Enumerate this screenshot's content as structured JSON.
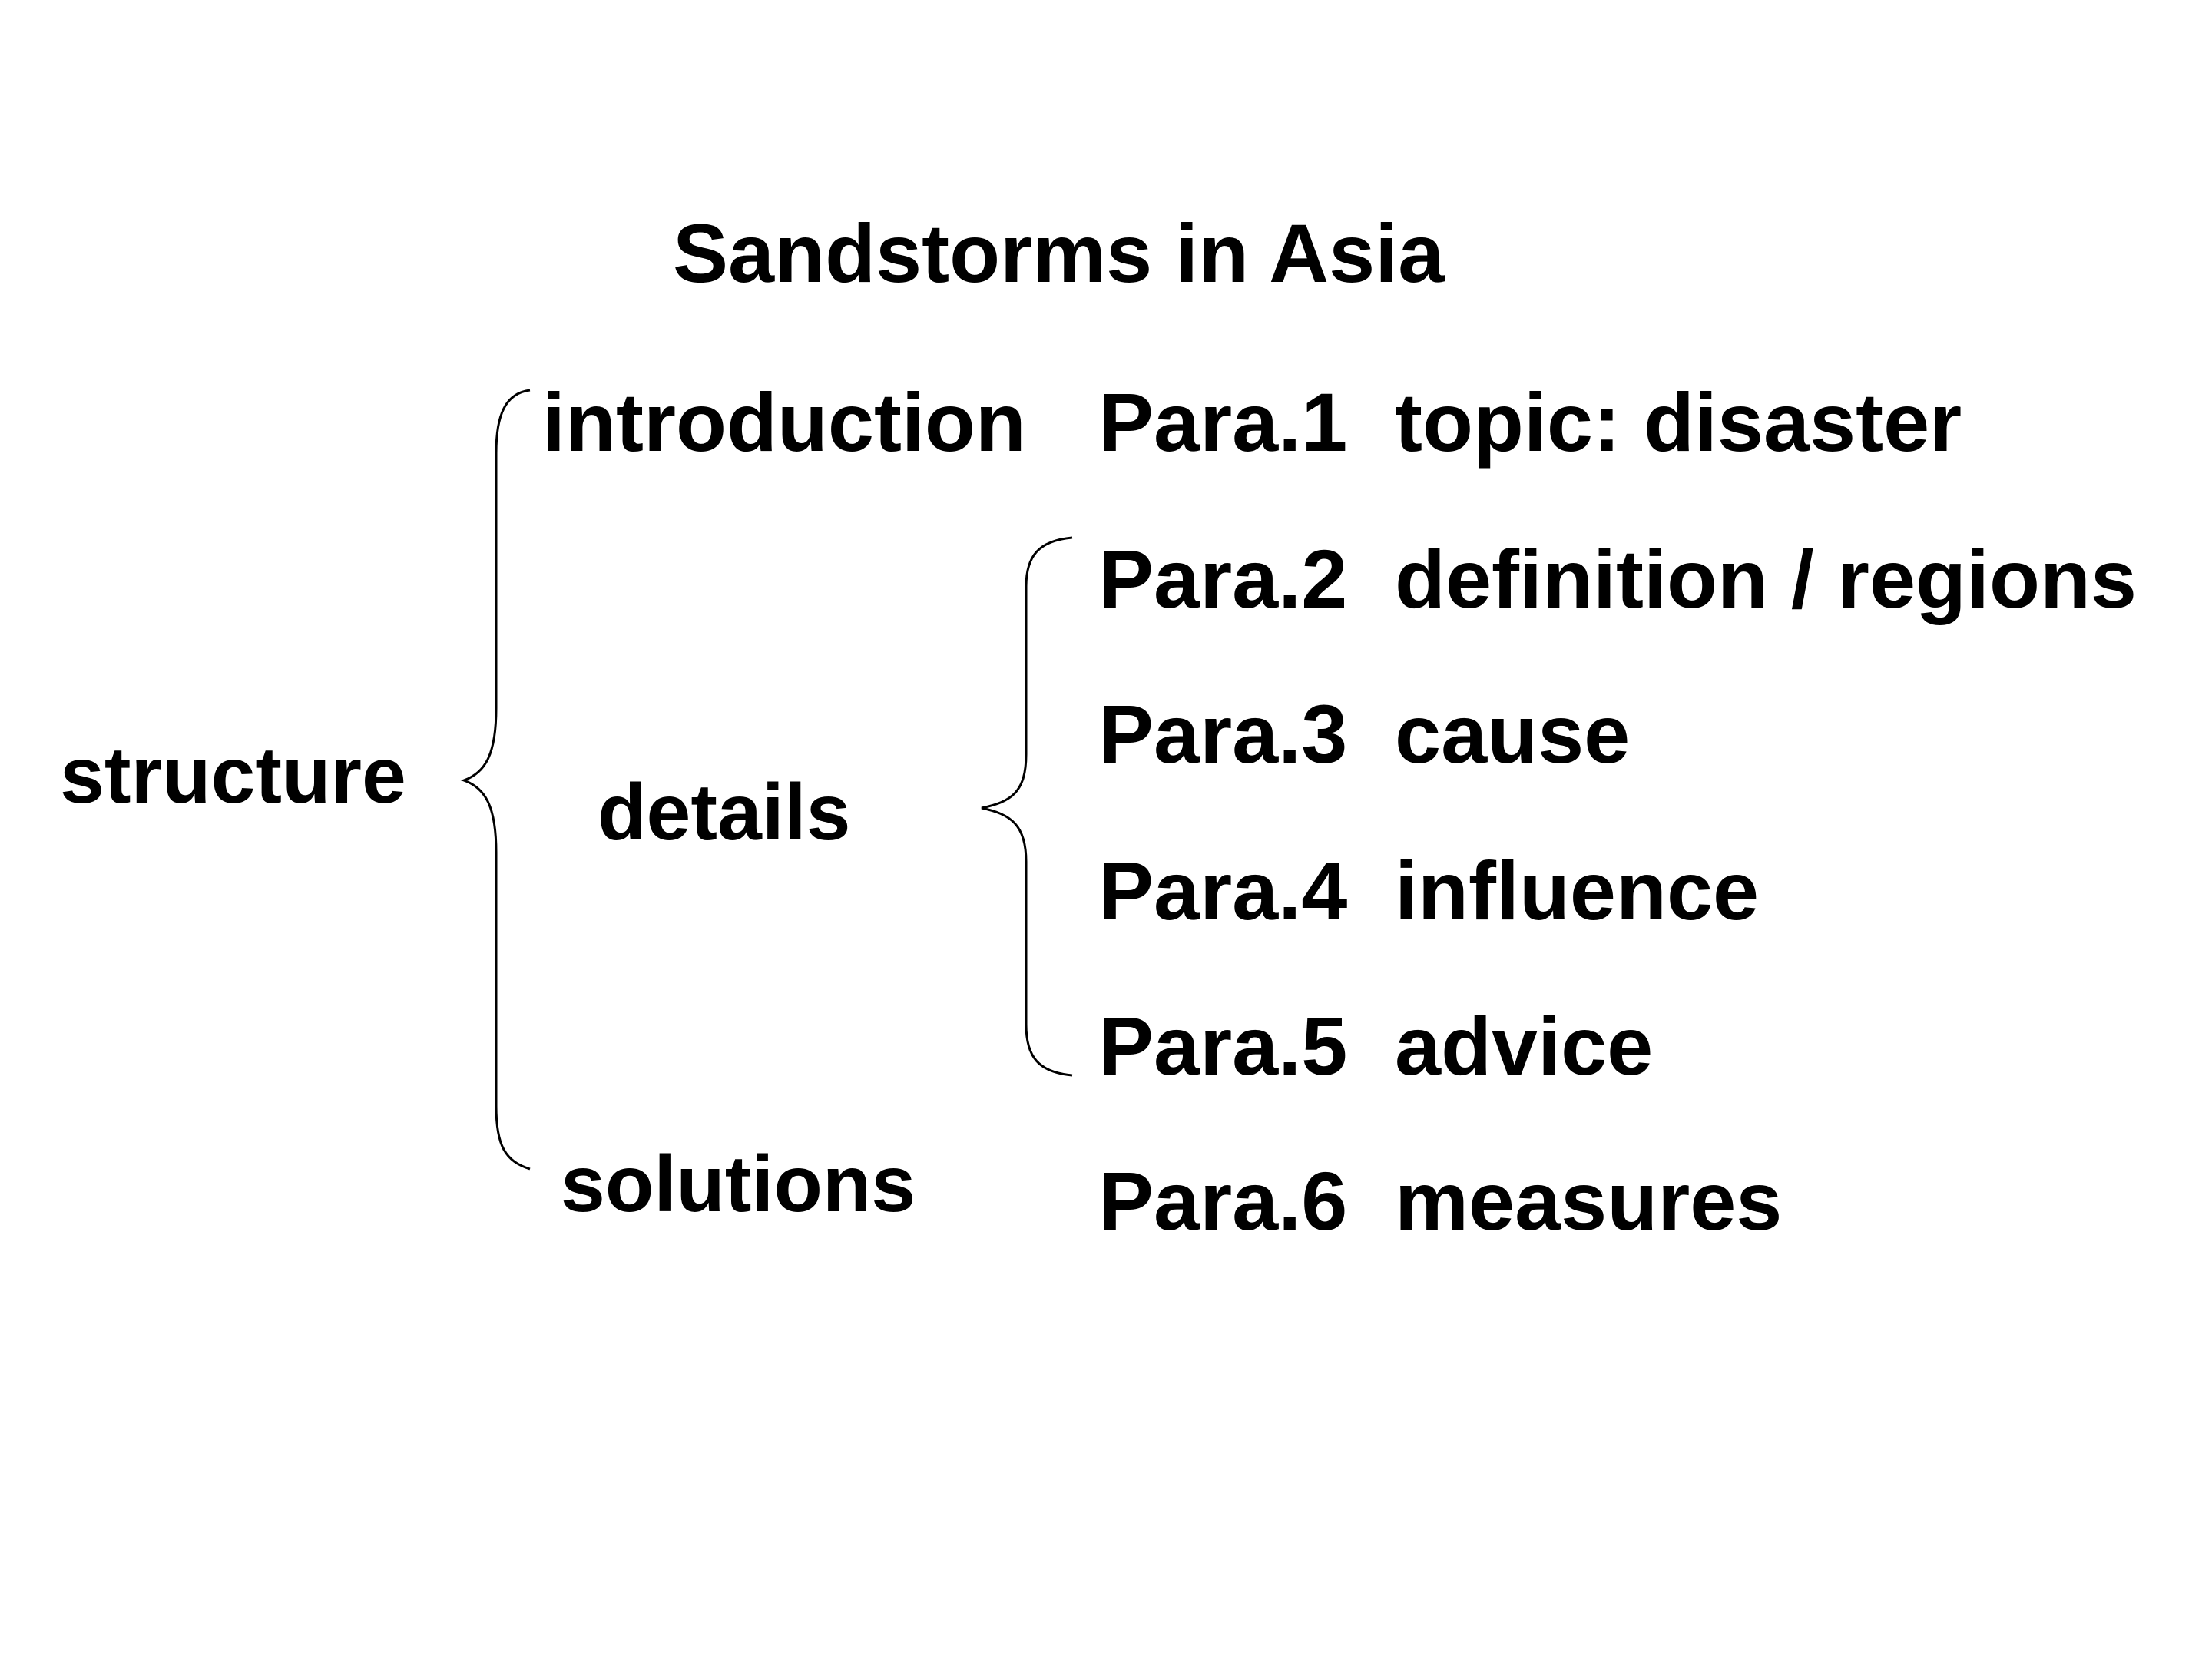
{
  "title": "Sandstorms in Asia",
  "root": "structure",
  "sections": {
    "introduction": "introduction",
    "details": "details",
    "solutions": "solutions"
  },
  "paragraphs": [
    {
      "para": "Para.1",
      "content": "topic: disaster"
    },
    {
      "para": "Para.2",
      "content": "definition / regions"
    },
    {
      "para": "Para.3",
      "content": "cause"
    },
    {
      "para": "Para.4",
      "content": "influence"
    },
    {
      "para": "Para.5",
      "content": "advice"
    },
    {
      "para": "Para.6",
      "content": "measures"
    }
  ],
  "colors": {
    "text": "#000000",
    "brace": "#000000",
    "background": "#ffffff"
  }
}
